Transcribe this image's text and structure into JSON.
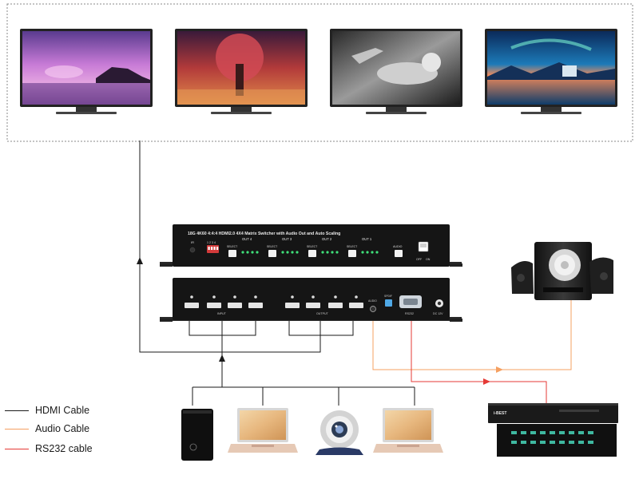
{
  "front_panel": {
    "model_text": "18G 4K60 4:4:4 HDMI2.0 4X4 Matrix Switcher with Audio Out and Auto Scaling",
    "ir_label": "IR",
    "dip_label": "1 2 3 4",
    "select_label": "SELECT",
    "outputs": [
      "OUT 4",
      "OUT 3",
      "OUT 2",
      "OUT 1"
    ],
    "audio_label": "AUDIO",
    "power_off": "OFF",
    "power_on": "ON"
  },
  "rear_panel": {
    "input_label": "INPUT",
    "output_label": "OUTPUT",
    "audio_label": "AUDIO",
    "spdif_label": "SPDIF",
    "rs232_label": "RS232",
    "dc_label": "DC 12V"
  },
  "legend": [
    {
      "label": "HDMI Cable",
      "color": "#1a1a1a"
    },
    {
      "label": "Audio Cable",
      "color": "#f5a061"
    },
    {
      "label": "RS232 cable",
      "color": "#e53935"
    }
  ],
  "tv_scenes": [
    "sunset-sea",
    "magic-tree",
    "sleeping-woman",
    "aurora-lake"
  ],
  "colors": {
    "hdmi": "#1a1a1a",
    "audio": "#f5a061",
    "rs232": "#e53935"
  }
}
